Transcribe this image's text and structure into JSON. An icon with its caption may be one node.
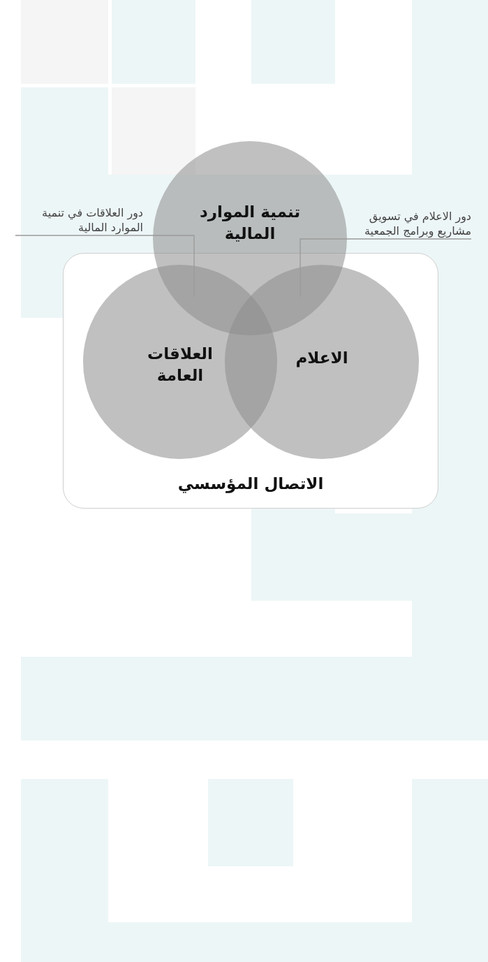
{
  "diagram": {
    "nodes": [
      {
        "text": [
          "تنمية الموارد المالية"
        ]
      },
      {
        "text": [
          "دور الاعلام في تسويق مشاريع وبرامج الجمعية"
        ]
      },
      {
        "text": [
          "دور العلاقات في تنمية الموارد المالية"
        ]
      },
      {
        "text": [
          "الاتصال المؤسسي"
        ]
      },
      {
        "text": [
          "العلاقات العامة"
        ],
        "in": 3
      },
      {
        "text": [
          "الاعلام"
        ],
        "in": 3
      }
    ],
    "edges": [
      {
        "from": 2,
        "to": 0,
        "arrow": "none"
      },
      {
        "from": 1,
        "to": 0,
        "arrow": "none"
      }
    ]
  }
}
